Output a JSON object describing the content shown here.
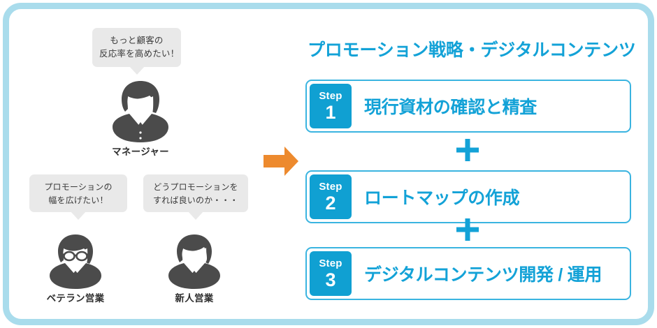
{
  "frame": {
    "border_color": "#a9dcec"
  },
  "colors": {
    "accent_blue": "#13a2d7",
    "badge_blue": "#10a0d2",
    "box_border": "#3ab4e0",
    "arrow_orange": "#ed8a2e",
    "bubble_gray": "#e9e9e9",
    "person_gray": "#4b4b4b",
    "frame_blue": "#a9dcec"
  },
  "left_panel": {
    "manager": {
      "label": "マネージャー",
      "bubble": {
        "line1": "もっと顧客の",
        "line2": "反応率を高めたい！"
      }
    },
    "veteran": {
      "label": "ベテラン営業",
      "bubble": {
        "line1": "プロモーションの",
        "line2": "幅を広げたい！"
      }
    },
    "newbie": {
      "label": "新人営業",
      "bubble": {
        "line1": "どうプロモーションを",
        "line2": "すれば良いのか・・・"
      }
    }
  },
  "arrow": {
    "direction": "right",
    "color": "#ed8a2e"
  },
  "right_panel": {
    "title": "プロモーション戦略・デジタルコンテンツ",
    "step_word": "Step",
    "connector": "+",
    "steps": [
      {
        "number": "1",
        "text": "現行資材の確認と精査"
      },
      {
        "number": "2",
        "text": "ロートマップの作成"
      },
      {
        "number": "3",
        "text": "デジタルコンテンツ開発 / 運用"
      }
    ]
  }
}
